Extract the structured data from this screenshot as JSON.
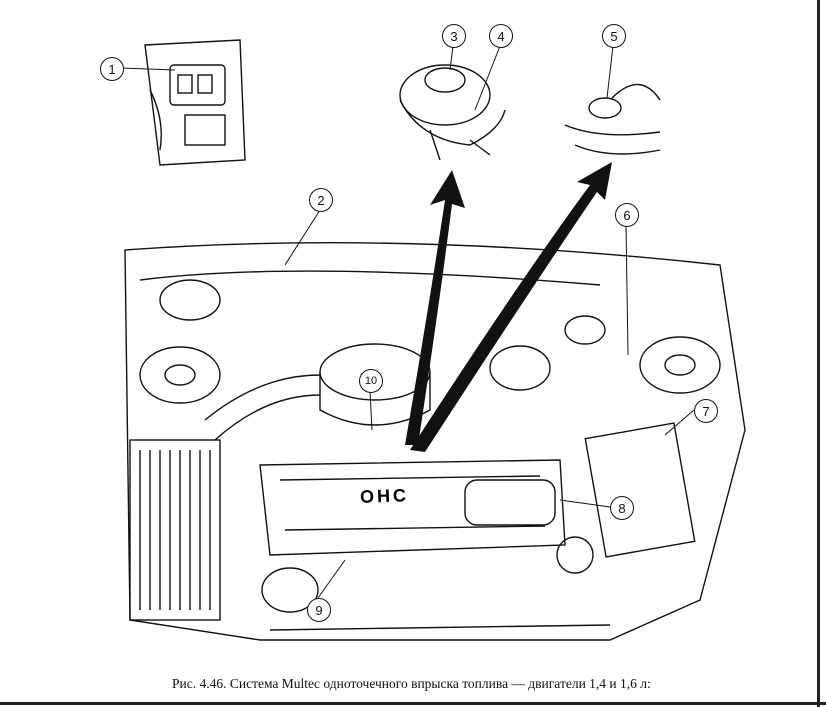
{
  "figure": {
    "caption": "Рис. 4.46. Система Multec одноточечного впрыска топлива — двигатели 1,4 и 1,6 л:",
    "callouts": [
      "1",
      "2",
      "3",
      "4",
      "5",
      "6",
      "7",
      "8",
      "9",
      "10"
    ],
    "engine_label": "OHC"
  }
}
